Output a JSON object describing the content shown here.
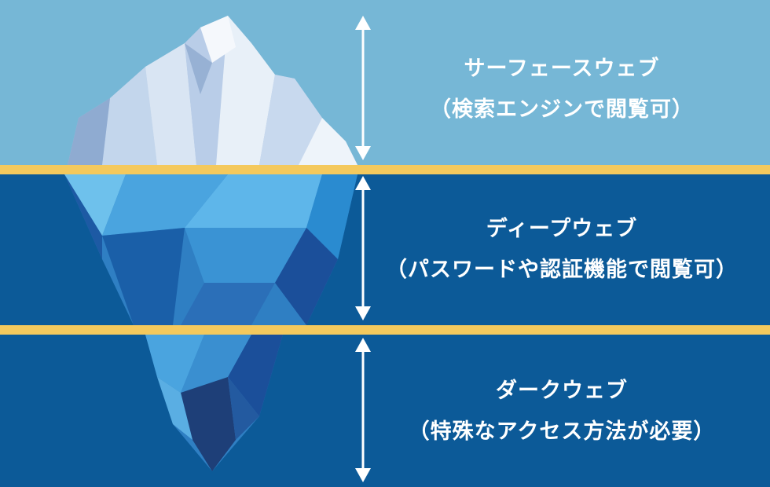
{
  "layers": [
    {
      "name": "サーフェースウェブ",
      "description": "（検索エンジンで閲覧可）"
    },
    {
      "name": "ディープウェブ",
      "description": "（パスワードや認証機能で閲覧可）"
    },
    {
      "name": "ダークウェブ",
      "description": "（特殊なアクセス方法が必要）"
    }
  ],
  "colors": {
    "surface_band": "#76b7d6",
    "deep_band": "#0c5a98",
    "divider": "#f4c95d",
    "text": "#ffffff"
  }
}
